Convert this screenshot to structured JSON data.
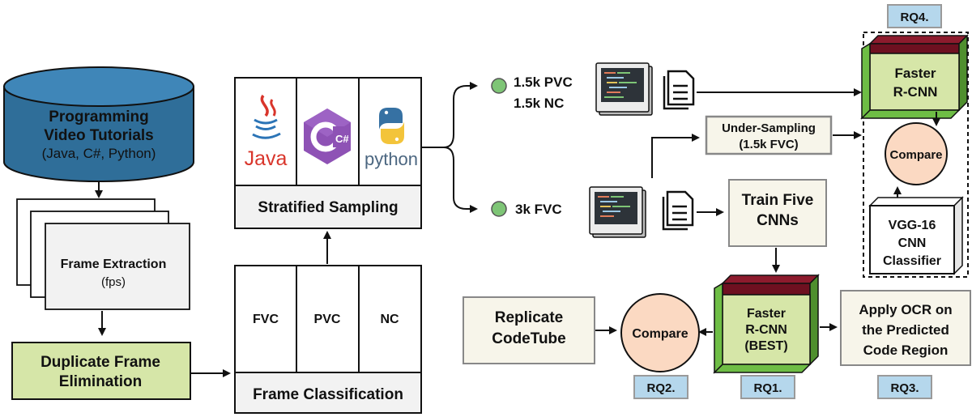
{
  "source": {
    "title_line1": "Programming",
    "title_line2": "Video Tutorials",
    "subtitle": "(Java, C#, Python)"
  },
  "frame_extraction": {
    "label": "Frame Extraction",
    "sublabel": "(fps)"
  },
  "duplicate_elimination": {
    "line1": "Duplicate Frame",
    "line2": "Elimination"
  },
  "frame_classification": {
    "title": "Frame Classification",
    "cells": [
      "FVC",
      "PVC",
      "NC"
    ]
  },
  "stratified_sampling": {
    "title": "Stratified Sampling",
    "logos": {
      "java": "Java",
      "csharp": "C#",
      "python": "python"
    }
  },
  "samples": {
    "top_line1": "1.5k PVC",
    "top_line2": "1.5k NC",
    "bottom": "3k FVC"
  },
  "under_sampling": {
    "line1": "Under-Sampling",
    "line2": "(1.5k FVC)"
  },
  "train": {
    "line1": "Train Five",
    "line2": "CNNs"
  },
  "rq4_group": {
    "faster_rcnn_line1": "Faster",
    "faster_rcnn_line2": "R-CNN",
    "compare": "Compare",
    "vgg_line1": "VGG-16",
    "vgg_line2": "CNN",
    "vgg_line3": "Classifier"
  },
  "best_model": {
    "line1": "Faster",
    "line2": "R-CNN",
    "line3": "(BEST)"
  },
  "replicate": {
    "line1": "Replicate",
    "line2": "CodeTube"
  },
  "compare_main": "Compare",
  "ocr": {
    "line1": "Apply OCR on",
    "line2": "the Predicted",
    "line3": "Code Region"
  },
  "rq_tags": {
    "rq1": "RQ1.",
    "rq2": "RQ2.",
    "rq3": "RQ3.",
    "rq4": "RQ4."
  },
  "colors": {
    "cylinder": "#2f6e99",
    "green_box": "#d6e6a8",
    "cream_box": "#f7f5ea",
    "dark_red": "#6e1020",
    "bright_green": "#6ebd45",
    "compare_fill": "#fbd9c2",
    "rq_fill": "#b5d7ec",
    "dot_green": "#7ec576"
  },
  "icons": [
    "java-logo",
    "csharp-logo",
    "python-logo",
    "monitor-icon",
    "document-icon",
    "database-icon"
  ]
}
